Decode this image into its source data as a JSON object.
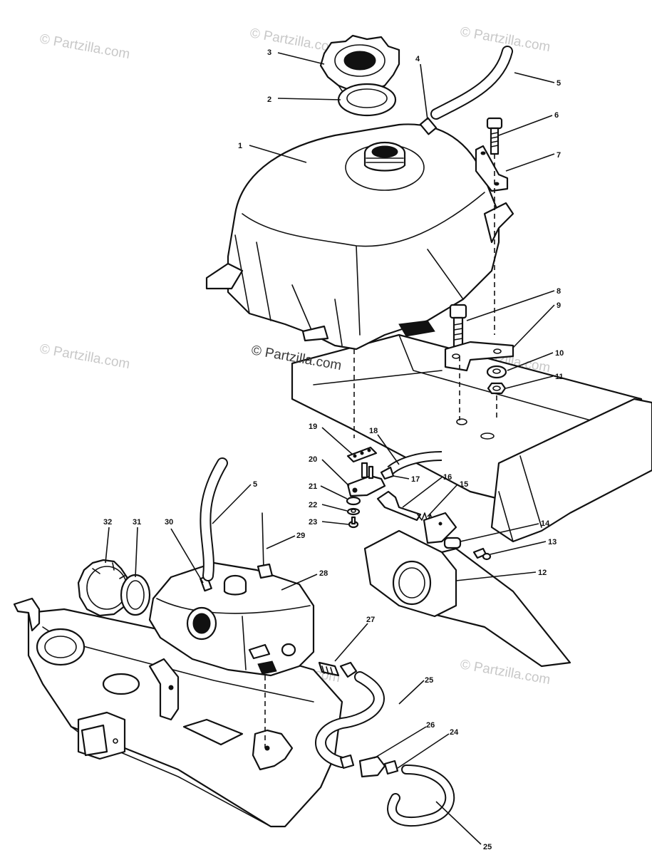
{
  "watermark": {
    "text": "© Partzilla.com",
    "center_text": "© Partzilla.com"
  },
  "callouts": [
    {
      "id": "c1",
      "label": "1"
    },
    {
      "id": "c2",
      "label": "2"
    },
    {
      "id": "c3",
      "label": "3"
    },
    {
      "id": "c4",
      "label": "4"
    },
    {
      "id": "c5a",
      "label": "5"
    },
    {
      "id": "c5b",
      "label": "5"
    },
    {
      "id": "c6",
      "label": "6"
    },
    {
      "id": "c7",
      "label": "7"
    },
    {
      "id": "c8",
      "label": "8"
    },
    {
      "id": "c9",
      "label": "9"
    },
    {
      "id": "c10",
      "label": "10"
    },
    {
      "id": "c11",
      "label": "11"
    },
    {
      "id": "c12",
      "label": "12"
    },
    {
      "id": "c13",
      "label": "13"
    },
    {
      "id": "c14",
      "label": "14"
    },
    {
      "id": "c15",
      "label": "15"
    },
    {
      "id": "c16",
      "label": "16"
    },
    {
      "id": "c17",
      "label": "17"
    },
    {
      "id": "c18",
      "label": "18"
    },
    {
      "id": "c19",
      "label": "19"
    },
    {
      "id": "c20",
      "label": "20"
    },
    {
      "id": "c21",
      "label": "21"
    },
    {
      "id": "c22",
      "label": "22"
    },
    {
      "id": "c23",
      "label": "23"
    },
    {
      "id": "c24",
      "label": "24"
    },
    {
      "id": "c25a",
      "label": "25"
    },
    {
      "id": "c25b",
      "label": "25"
    },
    {
      "id": "c26",
      "label": "26"
    },
    {
      "id": "c27",
      "label": "27"
    },
    {
      "id": "c28",
      "label": "28"
    },
    {
      "id": "c29",
      "label": "29"
    },
    {
      "id": "c30",
      "label": "30"
    },
    {
      "id": "c31",
      "label": "31"
    },
    {
      "id": "c32",
      "label": "32"
    }
  ]
}
